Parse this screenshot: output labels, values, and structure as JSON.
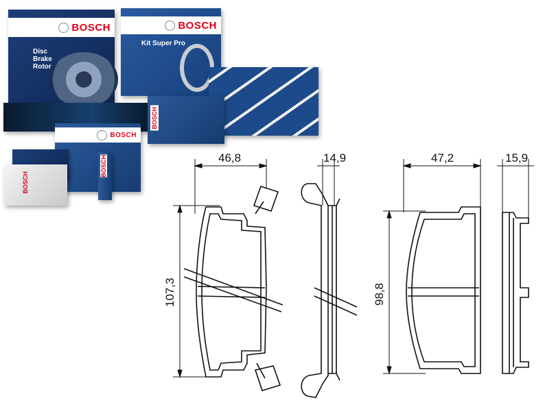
{
  "products": {
    "brand": "BOSCH",
    "disc_rotor_label": "Disc Brake Rotor",
    "kit_label": "Kit Super Pro"
  },
  "drawing": {
    "pad_a_width": "46,8",
    "pad_a_height": "107,3",
    "pad_a_thickness": "14,9",
    "pad_b_width": "47,2",
    "pad_b_height": "98,8",
    "pad_b_thickness": "15,9"
  },
  "colors": {
    "brand_red": "#e2001a",
    "box_blue": "#1d3f7a"
  }
}
